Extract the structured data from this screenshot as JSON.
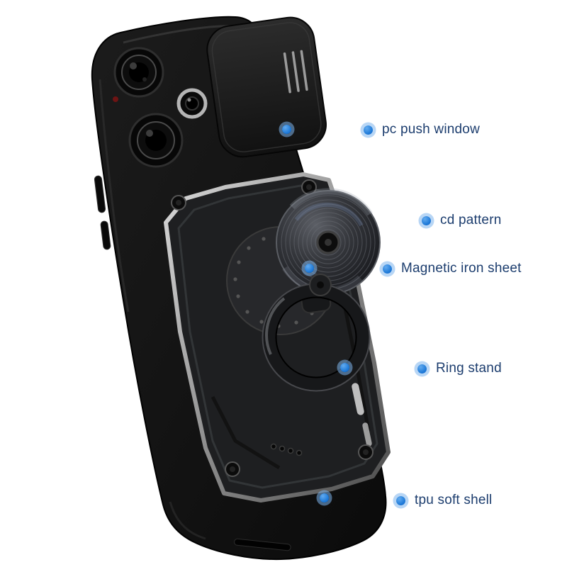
{
  "style": {
    "background": "#ffffff",
    "accent_dot_color": "#1d79d8",
    "accent_halo_color": "#7db4ec",
    "label_text_color": "#1c3d6e"
  },
  "product": {
    "description": "black armor phone case with sliding camera cover, cd-pattern magnetic kickstand ring",
    "shell_color": "#141414",
    "plate_color": "#1e1f21",
    "metal_rim_color": "#9a9a9a"
  },
  "callouts": [
    {
      "id": "pc-push-window",
      "label": "pc push window"
    },
    {
      "id": "cd-pattern",
      "label": "cd pattern"
    },
    {
      "id": "magnetic-iron-sheet",
      "label": "Magnetic iron sheet"
    },
    {
      "id": "ring-stand",
      "label": "Ring stand"
    },
    {
      "id": "tpu-soft-shell",
      "label": "tpu soft shell"
    }
  ]
}
